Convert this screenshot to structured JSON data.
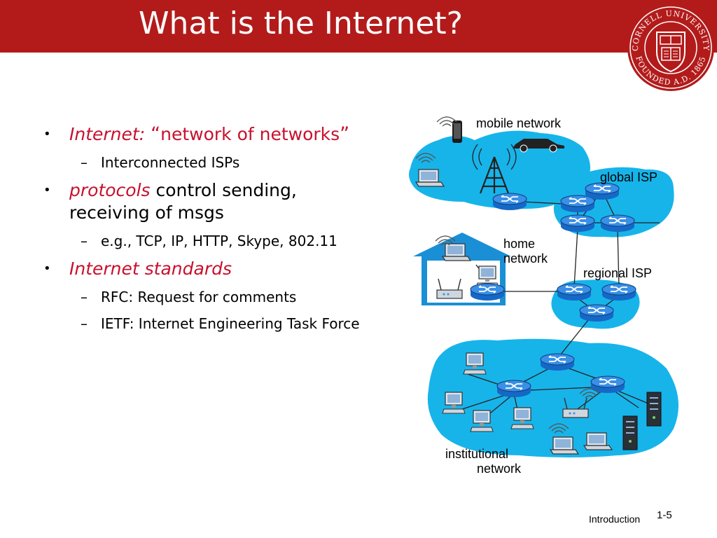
{
  "slide": {
    "title": "What is the Internet?",
    "footer_text": "Introduction",
    "page_number": "1-5"
  },
  "logo": {
    "ring_text_top": "CORNELL UNIVERSITY",
    "ring_text_bottom": "FOUNDED A.D. 1865",
    "color": "#b31b1b"
  },
  "bullets": [
    {
      "level1": {
        "prefix": "Internet:",
        "open_quote": "“",
        "text": "network of networks",
        "close_quote": "”"
      },
      "sub": [
        "Interconnected ISPs"
      ]
    },
    {
      "level1": {
        "prefix": "protocols",
        "text": "control sending,",
        "text_line2": "receiving of msgs"
      },
      "sub": [
        "e.g., TCP, IP, HTTP, Skype,  802.11"
      ]
    },
    {
      "level1": {
        "prefix": "Internet  standards"
      },
      "sub": [
        "RFC: Request for comments",
        "IETF: Internet Engineering Task Force"
      ]
    }
  ],
  "diagram": {
    "labels": {
      "mobile_network": "mobile network",
      "global_isp": "global ISP",
      "home_line1": "home",
      "home_line2": "network",
      "regional_isp": "regional ISP",
      "institutional_line1": "institutional",
      "institutional_line2": "network"
    },
    "colors": {
      "cloud": "#17b4ea",
      "router": "#1668c6",
      "house": "#1a8fd6"
    }
  },
  "colors": {
    "title_bar": "#b31b1b",
    "accent_red": "#c8102e"
  }
}
